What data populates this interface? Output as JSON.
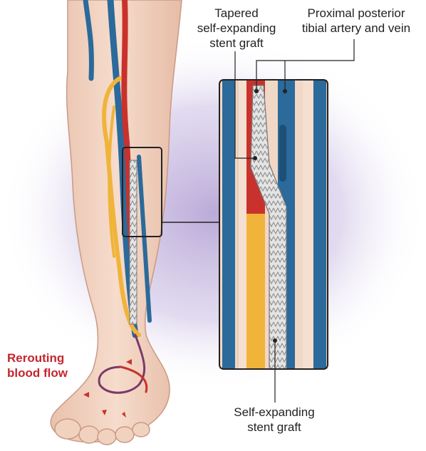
{
  "labels": {
    "tapered_stent": {
      "line1": "Tapered",
      "line2": "self-expanding",
      "line3": "stent graft"
    },
    "proximal_vessels": {
      "line1": "Proximal posterior",
      "line2": "tibial artery and vein"
    },
    "self_expanding_stent": {
      "line1": "Self-expanding",
      "line2": "stent graft"
    },
    "rerouting": {
      "line1": "Rerouting",
      "line2": "blood flow"
    }
  },
  "colors": {
    "artery": "#c9322c",
    "vein": "#2b6a9a",
    "stent": "#d8d8d8",
    "skin": "#f3d7c5",
    "graft_yellow": "#f0b43a",
    "background_glow": "#b7a6d6",
    "label_red": "#c4262e"
  }
}
